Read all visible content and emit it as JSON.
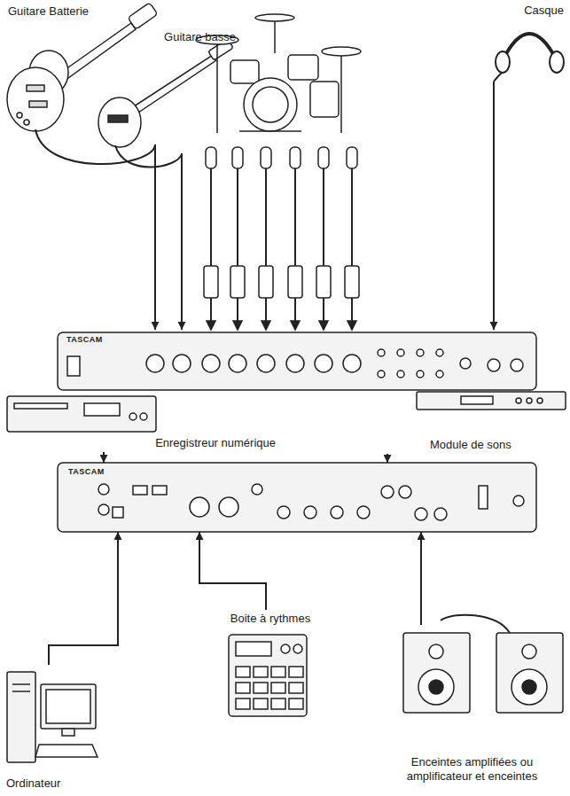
{
  "diagram": {
    "nodes": [
      {
        "text": [
          "Guitare Batterie"
        ]
      },
      {
        "text": [
          "Guitare basse"
        ]
      },
      {
        "text": [
          "Casque"
        ]
      },
      {
        "text": [
          "TASCAM"
        ]
      },
      {
        "text": [
          "Enregistreur numérique"
        ]
      },
      {
        "text": [
          "Module de sons"
        ]
      },
      {
        "text": [
          "TASCAM"
        ]
      },
      {
        "text": [
          "Boite à rythmes"
        ]
      },
      {
        "text": [
          "Ordinateur"
        ]
      },
      {
        "text": [
          "Enceintes amplifiées ou amplificateur et enceintes"
        ]
      }
    ],
    "edges": [
      {
        "from": 0,
        "to": 3,
        "arrow": "to"
      },
      {
        "from": 1,
        "to": 3,
        "arrow": "to"
      },
      {
        "from": 2,
        "to": 3,
        "arrow": "to"
      },
      {
        "from": 4,
        "to": 6,
        "arrow": "to"
      },
      {
        "from": 5,
        "to": 6,
        "arrow": "to"
      },
      {
        "from": 7,
        "to": 6,
        "arrow": "to"
      },
      {
        "from": 8,
        "to": 6,
        "arrow": "to"
      },
      {
        "from": 9,
        "to": 6,
        "arrow": "to"
      }
    ]
  }
}
